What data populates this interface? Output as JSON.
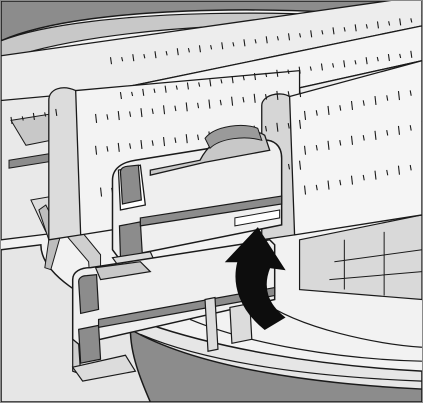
{
  "figure": {
    "kind": "technical-illustration",
    "subject": "cassette-holder-latching-into-rotor-tray",
    "arrow_direction": "up",
    "ruler_tick_marks_visible": true
  },
  "colors": {
    "background": "#f2f2f2",
    "outline": "#1a1a1a",
    "light_fill": "#ededed",
    "mid_fill": "#c8c8c8",
    "dark_fill": "#8c8c8c",
    "arrow_fill": "#0d0d0d"
  }
}
